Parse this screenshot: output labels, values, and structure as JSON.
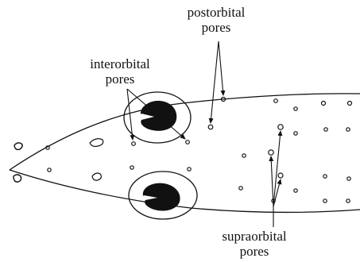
{
  "labels": {
    "postorbital": {
      "line1": "postorbital",
      "line2": "pores"
    },
    "interorbital": {
      "line1": "interorbital",
      "line2": "pores"
    },
    "supraorbital": {
      "line1": "supraorbital",
      "line2": "pores"
    }
  },
  "colors": {
    "ink": "#111111",
    "background": "#ffffff"
  }
}
